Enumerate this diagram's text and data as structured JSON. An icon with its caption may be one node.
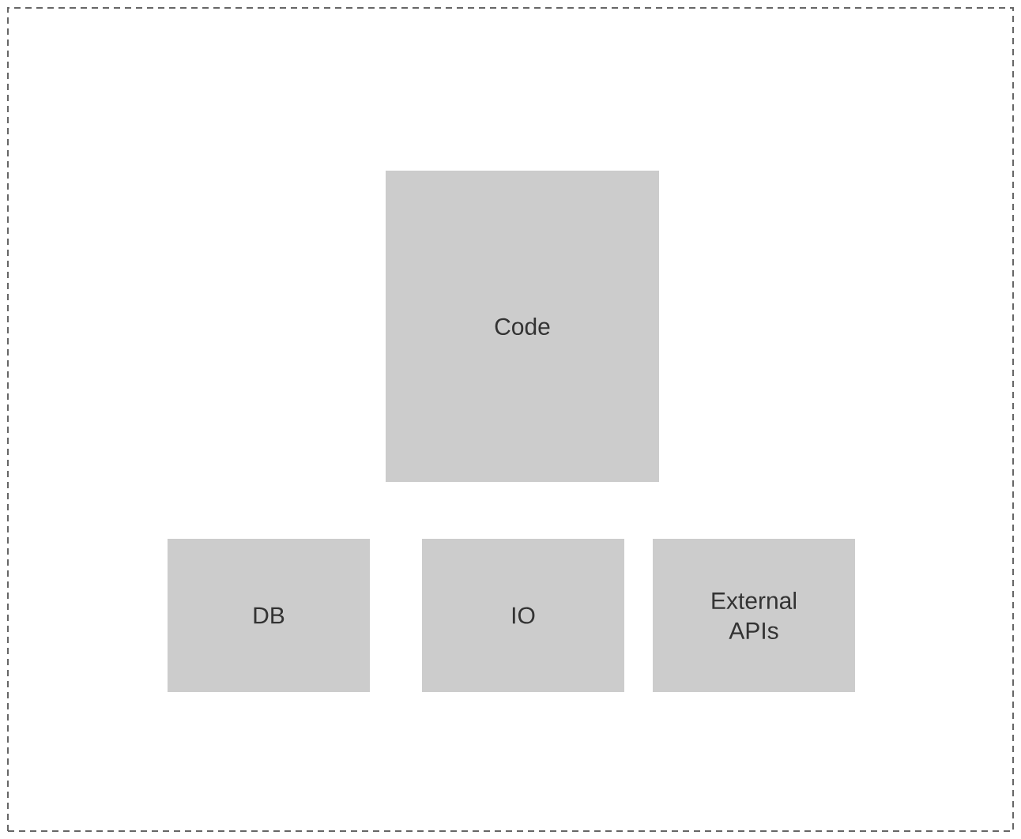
{
  "diagram": {
    "nodes": [
      {
        "text": [],
        "shape": "box"
      },
      {
        "text": [
          "Code"
        ],
        "in": 0
      },
      {
        "text": [
          "DB"
        ],
        "in": 0
      },
      {
        "text": [
          "IO"
        ],
        "in": 0
      },
      {
        "text": [
          "External APIs"
        ],
        "in": 0
      }
    ]
  }
}
